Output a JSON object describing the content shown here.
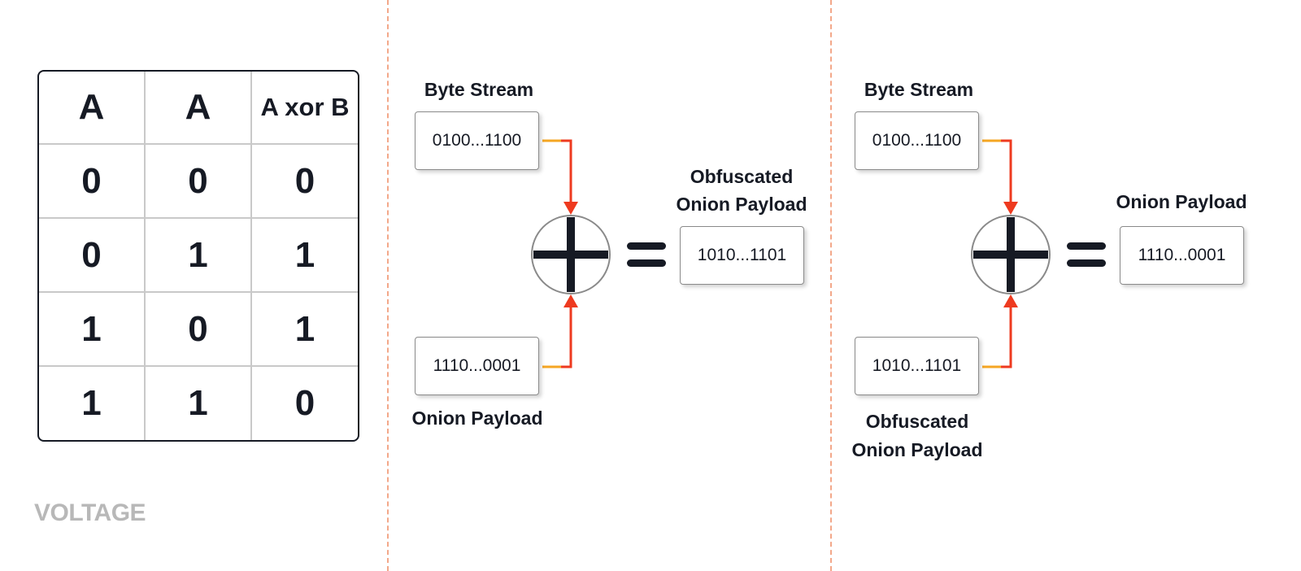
{
  "truth_table": {
    "headers": [
      "A",
      "A",
      "A xor B"
    ],
    "rows": [
      [
        "0",
        "0",
        "0"
      ],
      [
        "0",
        "1",
        "1"
      ],
      [
        "1",
        "0",
        "1"
      ],
      [
        "1",
        "1",
        "0"
      ]
    ]
  },
  "panel_encrypt": {
    "top_label": "Byte Stream",
    "top_value": "0100...1100",
    "bottom_label": "Onion Payload",
    "bottom_value": "1110...0001",
    "result_label": [
      "Obfuscated",
      "Onion Payload"
    ],
    "result_value": "1010...1101"
  },
  "panel_decrypt": {
    "top_label": "Byte Stream",
    "top_value": "0100...1100",
    "bottom_label": [
      "Obfuscated",
      "Onion Payload"
    ],
    "bottom_value": "1010...1101",
    "result_label": "Onion Payload",
    "result_value": "1110...0001"
  },
  "logo": {
    "text": "VOLTAGE"
  },
  "colors": {
    "arrow_gradient_start": "#f5a623",
    "arrow_gradient_end": "#ee3a1f",
    "divider": "#f3a88a",
    "ink": "#161a24",
    "logo": "#b8b8b8"
  },
  "icons": {
    "xor_operator": "xor-plus-circle-icon",
    "equals_operator": "equals-icon"
  }
}
